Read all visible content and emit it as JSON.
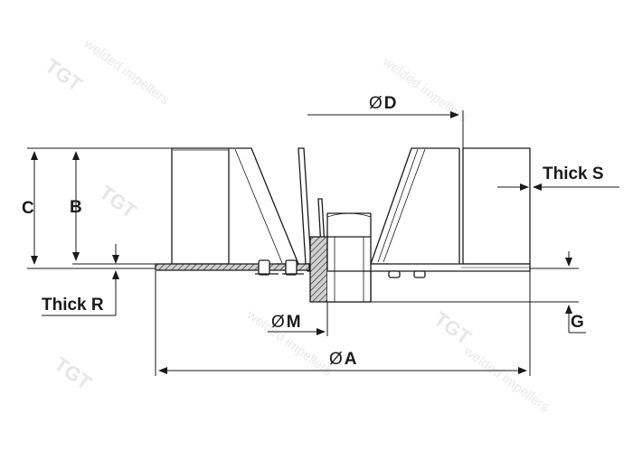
{
  "watermark": {
    "brand": "TGT",
    "tagline": "welded impellers"
  },
  "dimensions": {
    "A": "A",
    "B": "B",
    "C": "C",
    "D": "D",
    "G": "G",
    "M": "M",
    "thick_r": "Thick R",
    "thick_s": "Thick S",
    "diameter_symbol": "Ø"
  },
  "colors": {
    "line": "#1a1a1a",
    "hatch_fill": "#d9d9d9",
    "watermark": "#e6e6e6"
  }
}
